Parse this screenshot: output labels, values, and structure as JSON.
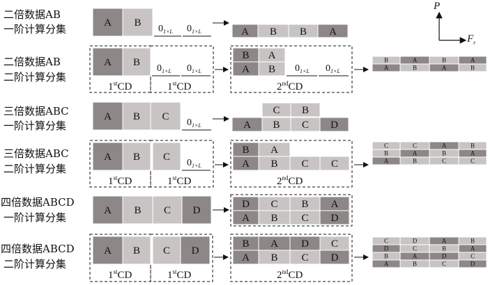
{
  "colors": {
    "dark": "#8d8787",
    "light": "#c8c4c4",
    "line": "#111111",
    "background": "#ffffff"
  },
  "labels": {
    "zero": "0",
    "zero_sub": "1×L",
    "cd": "CD",
    "sup_1": "st",
    "sup_2": "nd",
    "sup_num_1": "1",
    "sup_num_2": "2"
  },
  "axis": {
    "p": "P",
    "fr_main": "F",
    "fr_sub": "r"
  },
  "rows": [
    {
      "title_1": "二倍数据AB",
      "title_2": "一阶计算分集",
      "inputs": [
        "A",
        "B"
      ],
      "zeros": 2,
      "mid_bottom": [
        "A",
        "B",
        "B",
        "A"
      ],
      "mid_top": []
    },
    {
      "title_1": "二倍数据AB",
      "title_2": "二阶计算分集",
      "inputs": [
        "A",
        "B"
      ],
      "zeros": 2,
      "mid_top": [
        "B",
        "A"
      ],
      "mid_bottom": [
        "A",
        "B"
      ],
      "zeros_mid": 2,
      "grid": [
        [
          "B",
          "A",
          "B",
          "A"
        ],
        [
          "A",
          "B",
          "A",
          "B"
        ]
      ]
    },
    {
      "title_1": "三倍数据ABC",
      "title_2": "一阶计算分集",
      "inputs": [
        "A",
        "B",
        "C"
      ],
      "zeros": 1,
      "mid_top": [
        "C",
        "B"
      ],
      "mid_bottom": [
        "A",
        "B",
        "C",
        "D"
      ]
    },
    {
      "title_1": "三倍数据ABC",
      "title_2": "二阶计算分集",
      "inputs": [
        "A",
        "B",
        "C"
      ],
      "zeros": 1,
      "mid_top": [
        "B",
        "A"
      ],
      "mid_bottom": [
        "A",
        "B",
        "C",
        "C"
      ],
      "grid": [
        [
          "C",
          "C",
          "A",
          "B"
        ],
        [
          "B",
          "A",
          "B",
          "A"
        ],
        [
          "A",
          "B",
          "C",
          "C"
        ]
      ]
    },
    {
      "title_1": "四倍数据ABCD",
      "title_2": "一阶计算分集",
      "inputs": [
        "A",
        "B",
        "C",
        "D"
      ],
      "mid_top": [
        "D",
        "C",
        "B",
        "A"
      ],
      "mid_bottom": [
        "A",
        "B",
        "C",
        "D"
      ]
    },
    {
      "title_1": "四倍数据ABCD",
      "title_2": "二阶计算分集",
      "inputs": [
        "A",
        "B",
        "C",
        "D"
      ],
      "mid_top": [
        "B",
        "A",
        "D",
        "C"
      ],
      "mid_bottom": [
        "A",
        "B",
        "C",
        "D"
      ],
      "grid": [
        [
          "C",
          "D",
          "A",
          "B"
        ],
        [
          "D",
          "C",
          "B",
          "A"
        ],
        [
          "B",
          "A",
          "D",
          "C"
        ],
        [
          "A",
          "B",
          "C",
          "D"
        ]
      ]
    }
  ]
}
